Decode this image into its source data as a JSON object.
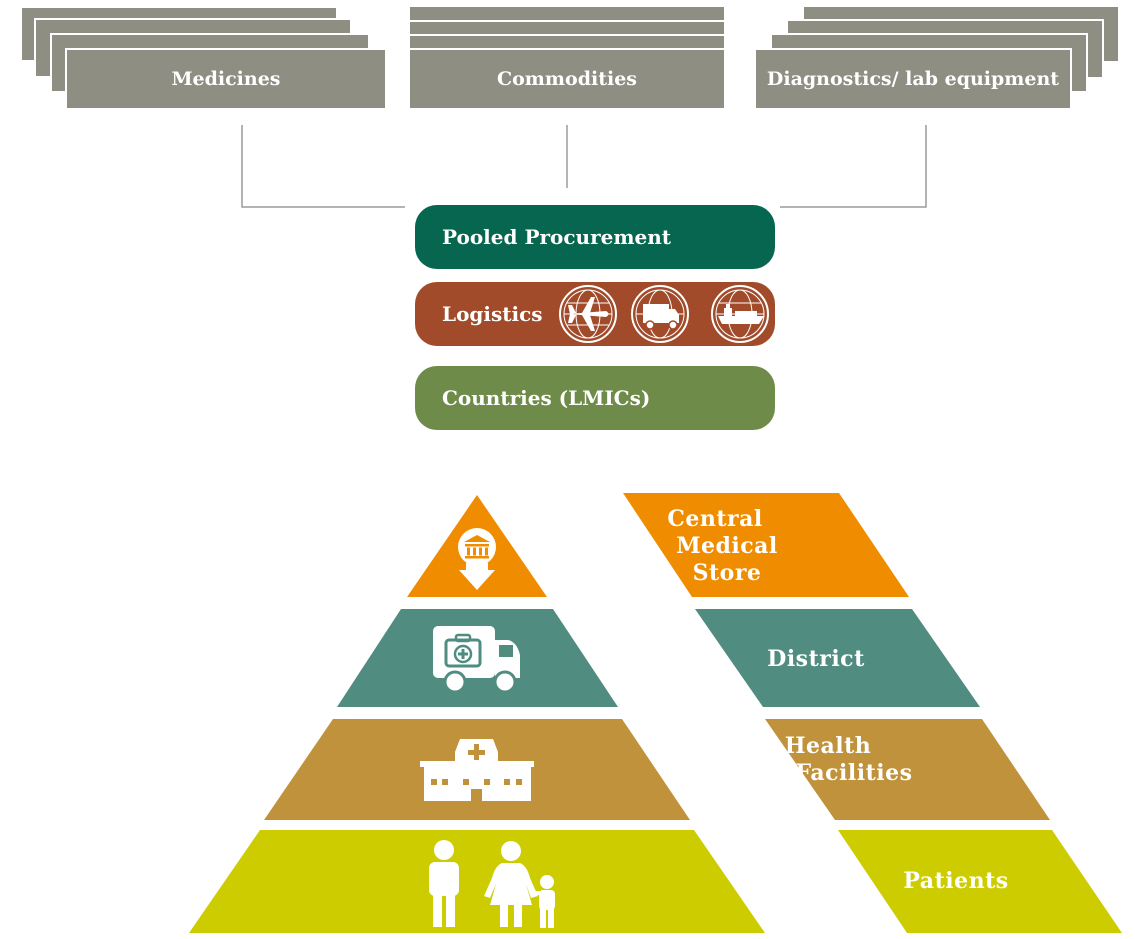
{
  "inputs": {
    "medicines_label": "Medicines",
    "commodities_label": "Commodities",
    "diagnostics_label": "Diagnostics/ lab equipment"
  },
  "flow": {
    "pooled_procurement": "Pooled Procurement",
    "logistics": "Logistics",
    "countries": "Countries (LMICs)",
    "transport_icons": [
      "airplane-icon",
      "truck-icon",
      "ship-icon"
    ]
  },
  "tiers": {
    "central_store": [
      "Central",
      "Medical",
      "Store"
    ],
    "district": "District",
    "health_facilities": [
      "Health",
      "Facilities"
    ],
    "patients": "Patients",
    "icons": [
      "bank-download-icon",
      "ambulance-icon",
      "hospital-icon",
      "family-icon"
    ]
  },
  "colors": {
    "input_grey": "#8f8e82",
    "procurement_green": "#07664f",
    "logistics_brown": "#a24b2b",
    "countries_green": "#6e8b49",
    "central_orange": "#f08c00",
    "district_teal": "#508c80",
    "facilities_tan": "#c0923b",
    "patients_lime": "#cccc00"
  }
}
